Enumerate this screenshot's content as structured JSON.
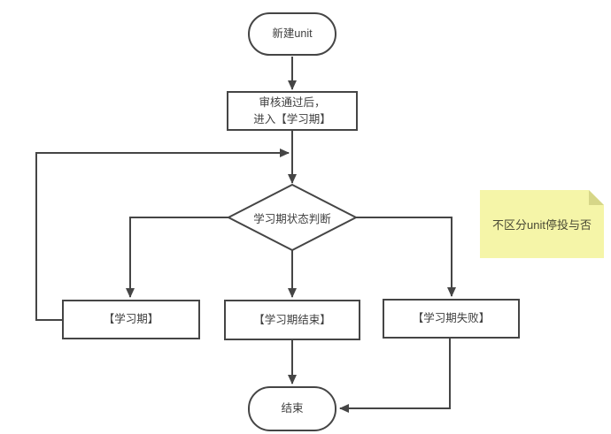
{
  "diagram": {
    "type": "flowchart",
    "nodes": {
      "start": {
        "label": "新建unit"
      },
      "review": {
        "line1": "审核通过后，",
        "line2": "进入【学习期】"
      },
      "decision": {
        "label": "学习期状态判断"
      },
      "learning": {
        "label": "【学习期】"
      },
      "learning_end": {
        "label": "【学习期结束】"
      },
      "learning_fail": {
        "label": "【学习期失败】"
      },
      "end": {
        "label": "结束"
      }
    },
    "note": {
      "text": "不区分unit停投与否"
    },
    "edges": [
      "start -> review",
      "review -> decision",
      "decision -> learning",
      "decision -> learning_end",
      "decision -> learning_fail",
      "learning -> review-decision junction (loop back)",
      "learning_end -> end",
      "learning_fail -> end"
    ]
  },
  "colors": {
    "line": "#454545",
    "text": "#3f3f3f",
    "note_bg": "#f5f5a8",
    "note_fold": "#d6d688",
    "note_text": "#4a4a35",
    "canvas": "#ffffff"
  }
}
